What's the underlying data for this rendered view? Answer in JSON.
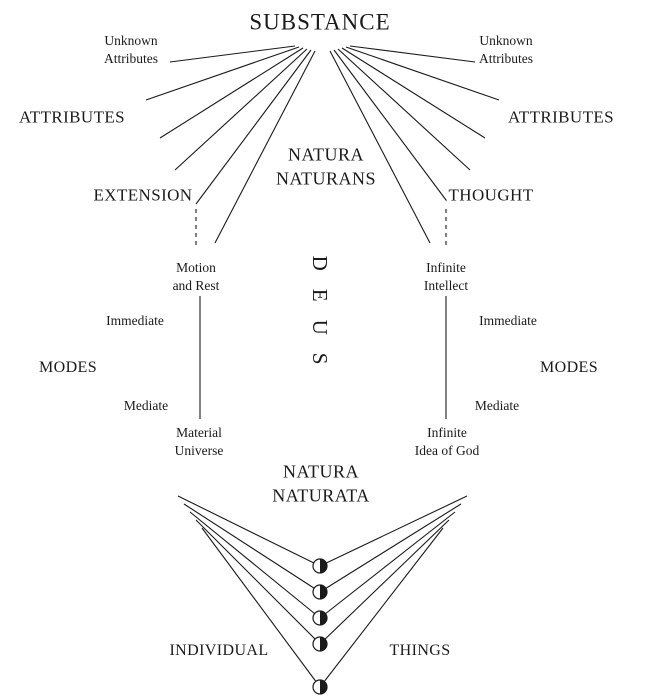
{
  "diagram": {
    "substance": "SUBSTANCE",
    "deus": "DEUS",
    "natura_naturans": {
      "line1": "NATURA",
      "line2": "NATURANS"
    },
    "natura_naturata": {
      "line1": "NATURA",
      "line2": "NATURATA"
    },
    "left": {
      "unknown_attributes": {
        "line1": "Unknown",
        "line2": "Attributes"
      },
      "attributes": "ATTRIBUTES",
      "extension": "EXTENSION",
      "first_mode": {
        "line1": "Motion",
        "line2": "and Rest"
      },
      "immediate": "Immediate",
      "modes": "MODES",
      "mediate": "Mediate",
      "mediate_mode": {
        "line1": "Material",
        "line2": "Universe"
      }
    },
    "right": {
      "unknown_attributes": {
        "line1": "Unknown",
        "line2": "Attributes"
      },
      "attributes": "ATTRIBUTES",
      "thought": "THOUGHT",
      "first_mode": {
        "line1": "Infinite",
        "line2": "Intellect"
      },
      "immediate": "Immediate",
      "modes": "MODES",
      "mediate": "Mediate",
      "mediate_mode": {
        "line1": "Infinite",
        "line2": "Idea of God"
      }
    },
    "bottom": {
      "individual": "INDIVIDUAL",
      "things": "THINGS"
    },
    "colors": {
      "ink": "#1a1a1a",
      "background": "#ffffff"
    }
  }
}
